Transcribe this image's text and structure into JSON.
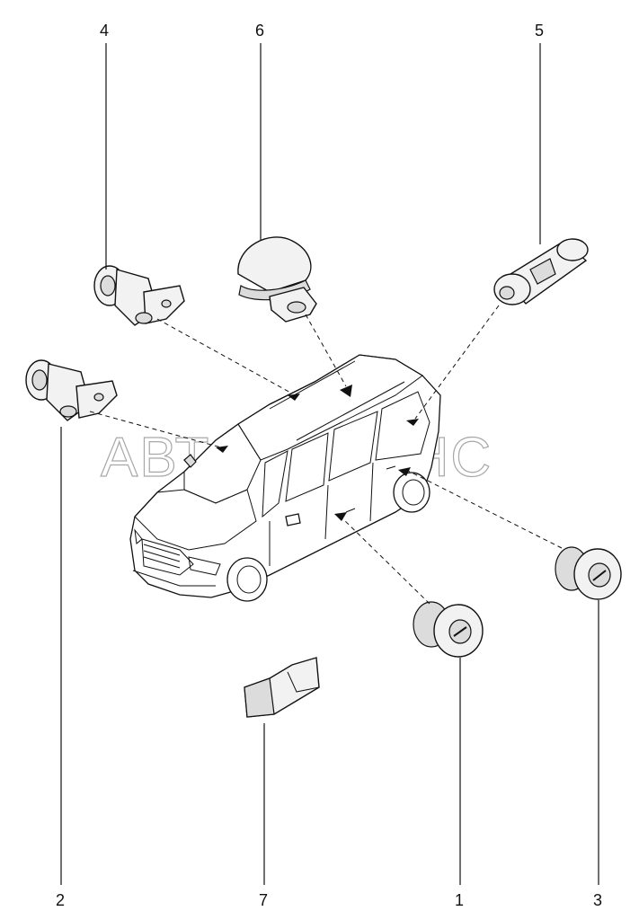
{
  "watermark": "АВТОАЛЬЯНС",
  "callouts": {
    "c1": "1",
    "c2": "2",
    "c3": "3",
    "c4": "4",
    "c5": "5",
    "c6": "6",
    "c7": "7"
  }
}
